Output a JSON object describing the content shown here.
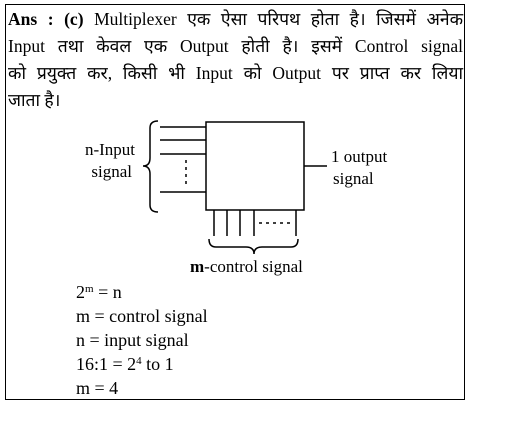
{
  "answer": {
    "prefix": "Ans : (c)",
    "lines": [
      " Multiplexer एक ऐसा परिपथ होता है। जिसमें अनेक",
      "Input तथा केवल एक Output होती है। इसमें Control signal",
      "को प्रयुक्त कर, किसी भी Input को Output पर प्राप्त कर लिया",
      "जाता है।"
    ]
  },
  "diagram": {
    "input_label_line1": "n-Input",
    "input_label_line2": "signal",
    "output_label_line1": "1 output",
    "output_label_line2": "signal",
    "control_label_prefix": "m",
    "control_label_rest": "-control signal"
  },
  "equations": {
    "eq1_base": "2",
    "eq1_exp": "m",
    "eq1_rest": " = n",
    "eq2": "m = control signal",
    "eq3": "n = input signal",
    "eq4_pre": "16:1 = 2",
    "eq4_exp": "4",
    "eq4_rest": " to 1",
    "eq5": "m = 4"
  }
}
